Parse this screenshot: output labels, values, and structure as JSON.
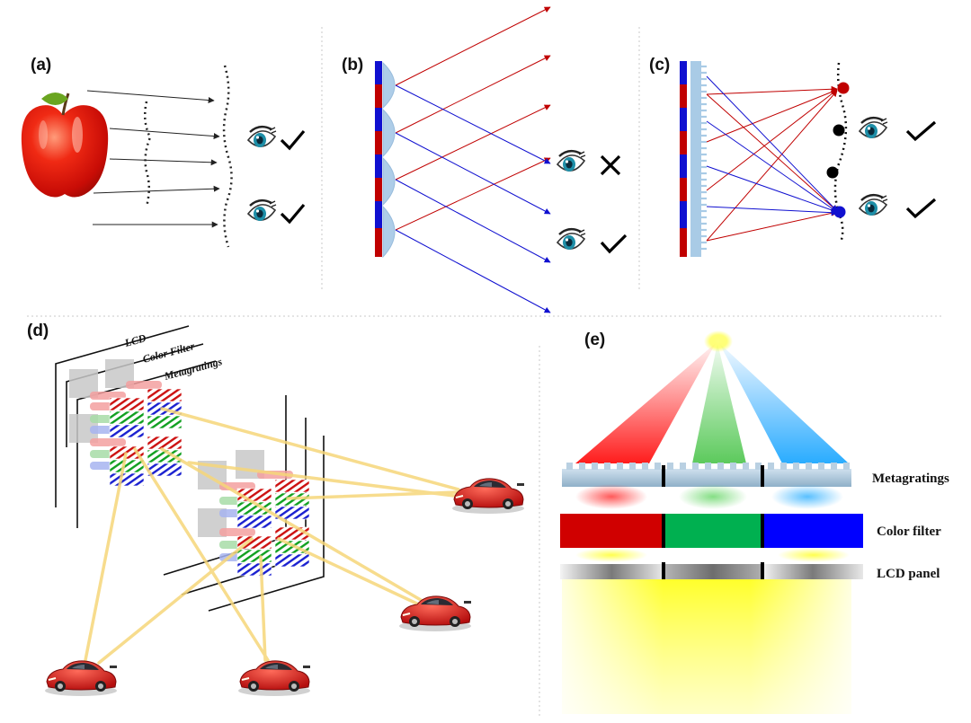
{
  "panels": {
    "a": {
      "label": "(a)"
    },
    "b": {
      "label": "(b)"
    },
    "c": {
      "label": "(c)"
    },
    "d": {
      "label": "(d)",
      "layers": {
        "lcd": "LCD",
        "color_filter": "Color Filter",
        "metagratings": "Metagratings"
      }
    },
    "e": {
      "label": "(e)",
      "layers": {
        "metagratings": "Metagratings",
        "color_filter": "Color filter",
        "lcd_panel": "LCD panel"
      }
    }
  },
  "colors": {
    "red_ray": "#c00000",
    "blue_ray": "#1010d0",
    "filter_red": "#d00000",
    "filter_green": "#00b050",
    "filter_blue": "#0000ff",
    "backlight": "#ffff00",
    "grating": "#b8cfe0"
  },
  "icons": [
    "apple-icon",
    "eye-icon",
    "check-icon",
    "cross-icon",
    "car-icon"
  ]
}
